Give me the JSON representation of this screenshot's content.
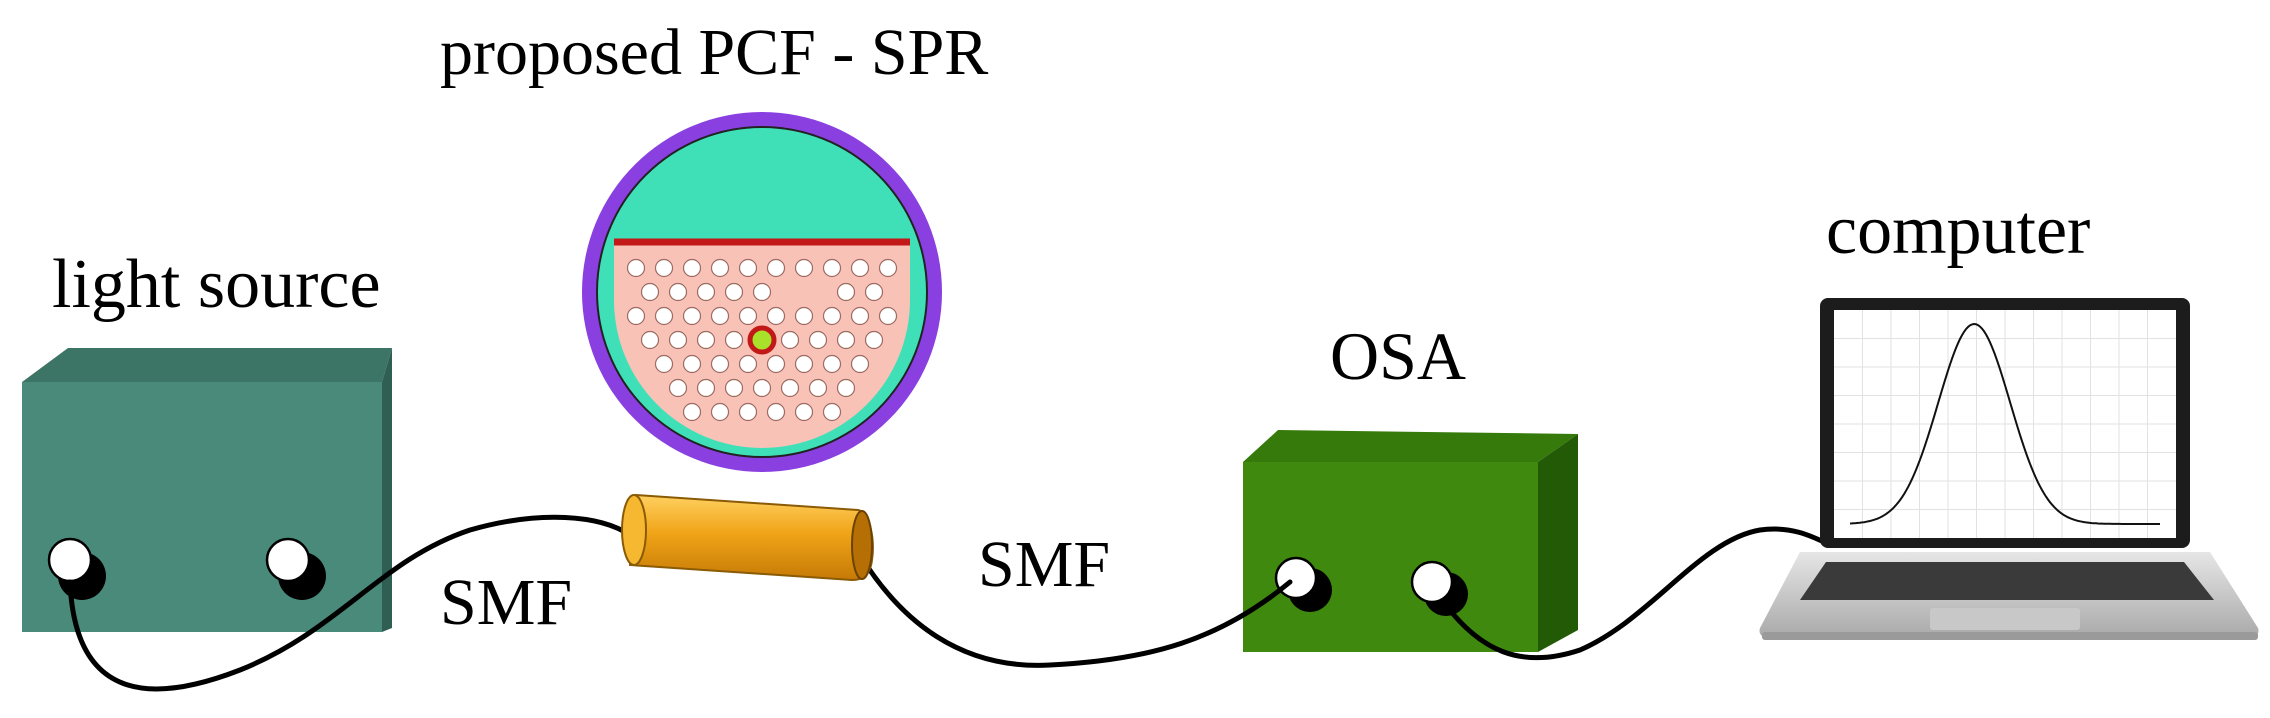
{
  "labels": {
    "pcf_title": "proposed PCF - SPR",
    "light_source": "light source",
    "computer": "computer",
    "osa": "OSA",
    "smf_left": "SMF",
    "smf_right": "SMF"
  },
  "colors": {
    "light_source_front": "#4a8a7b",
    "light_source_top": "#3c7566",
    "light_source_side": "#2f5f52",
    "osa_front": "#3f8a0e",
    "osa_top": "#357a0b",
    "osa_side": "#235a06",
    "fiber_outer_ring": "#8a3fe0",
    "fiber_cladding": "#3fe0b8",
    "fiber_core_region": "#f8c2b6",
    "metal_layer": "#c21818",
    "analyte_core": "#a8e02a",
    "connector_tube": "#f0a418",
    "cable": "#000000"
  },
  "icons": {
    "laptop": "laptop-icon",
    "connector": "fiber-connector-icon",
    "fiber_cross_section": "pcf-cross-section-icon"
  }
}
